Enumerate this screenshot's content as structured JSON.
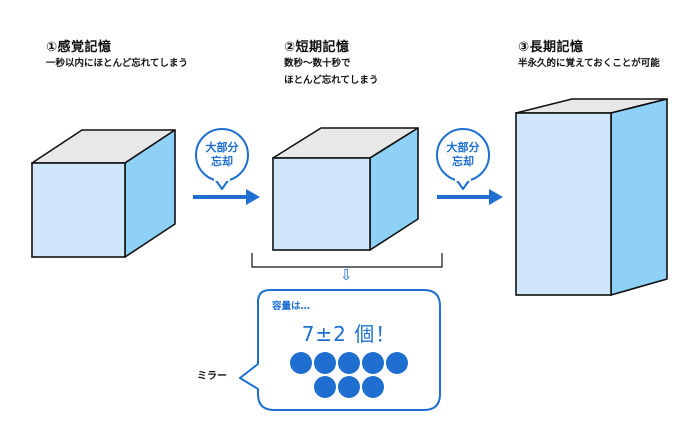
{
  "stages": [
    {
      "title": "①感覚記憶",
      "desc": [
        "一秒以内にほとんど忘れてしまう"
      ]
    },
    {
      "title": "②短期記憶",
      "desc": [
        "数秒〜数十秒で",
        "ほとんど忘れてしまう"
      ]
    },
    {
      "title": "③長期記憶",
      "desc": [
        "半永久的に覚えておくことが可能"
      ]
    }
  ],
  "badges": [
    {
      "line1": "大部分",
      "line2": "忘却"
    },
    {
      "line1": "大部分",
      "line2": "忘却"
    }
  ],
  "callout": {
    "label": "容量は…",
    "value": "7±2 個！",
    "dot_rows": [
      5,
      3
    ]
  },
  "down_arrow_glyph": "⇩",
  "mirror_label": "ミラー",
  "colors": {
    "accent": "#1f6fd1",
    "box_front": "#cfe6fb",
    "box_side": "#8fd0f6",
    "box_inner": "#e9e9e9"
  }
}
